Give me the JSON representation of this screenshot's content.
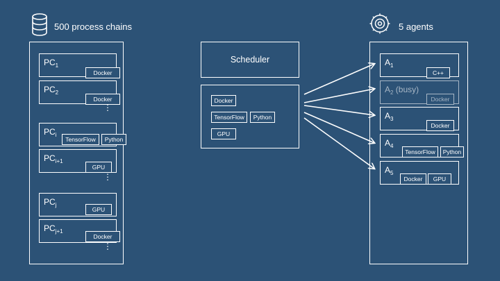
{
  "left_panel": {
    "title": "500 process chains",
    "icon": "database-icon",
    "chains": [
      {
        "name": "PC",
        "sub": "1",
        "tags": [
          "Docker"
        ]
      },
      {
        "name": "PC",
        "sub": "2",
        "tags": [
          "Docker"
        ]
      },
      {
        "name": "PC",
        "sub": "i",
        "tags": [
          "TensorFlow",
          "Python"
        ]
      },
      {
        "name": "PC",
        "sub": "i+1",
        "tags": [
          "GPU"
        ]
      },
      {
        "name": "PC",
        "sub": "j",
        "tags": [
          "GPU"
        ]
      },
      {
        "name": "PC",
        "sub": "j+1",
        "tags": [
          "Docker"
        ]
      }
    ],
    "ellipsis": "⋮"
  },
  "scheduler": {
    "title": "Scheduler",
    "tags": [
      "Docker",
      "TensorFlow",
      "Python",
      "GPU"
    ]
  },
  "right_panel": {
    "title": "5 agents",
    "icon": "gear-cycle-icon",
    "agents": [
      {
        "name": "A",
        "sub": "1",
        "suffix": "",
        "tags": [
          "C++"
        ],
        "busy": false
      },
      {
        "name": "A",
        "sub": "2",
        "suffix": " (busy)",
        "tags": [
          "Docker"
        ],
        "busy": true
      },
      {
        "name": "A",
        "sub": "3",
        "suffix": "",
        "tags": [
          "Docker"
        ],
        "busy": false
      },
      {
        "name": "A",
        "sub": "4",
        "suffix": "",
        "tags": [
          "TensorFlow",
          "Python"
        ],
        "busy": false
      },
      {
        "name": "A",
        "sub": "5",
        "suffix": "",
        "tags": [
          "Docker",
          "GPU"
        ],
        "busy": false
      }
    ]
  },
  "colors": {
    "background": "#2c5276",
    "line": "#ffffff",
    "busy": "#a8b7c6"
  }
}
